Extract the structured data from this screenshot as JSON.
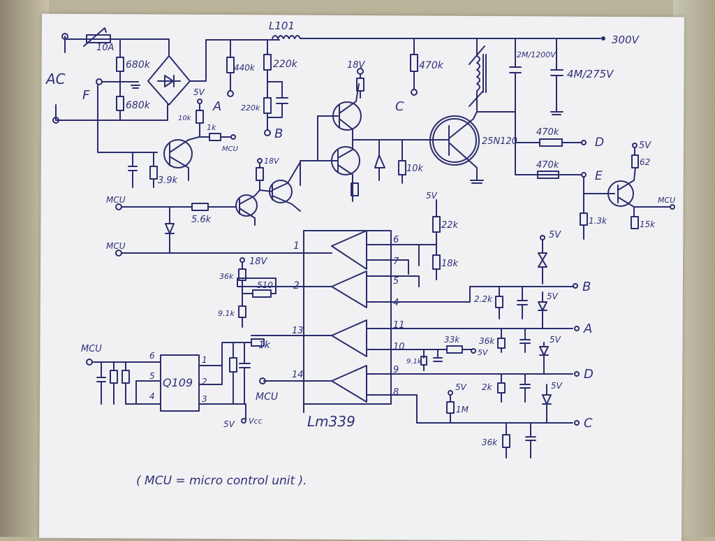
{
  "diagram": {
    "type": "hand-drawn circuit schematic",
    "input": {
      "label": "AC",
      "fuse": "10A",
      "node_f": "F"
    },
    "divider": [
      "680k",
      "680k"
    ],
    "inductor": "L101",
    "supply_rail": "300V",
    "rail_resistors": {
      "a": "440k",
      "b_top": "220k",
      "b_bottom": "220k",
      "c": "470k"
    },
    "nodes": [
      "A",
      "B",
      "C",
      "D",
      "E",
      "F"
    ],
    "zero_cross": {
      "supply": "5V",
      "collector_r": "10k",
      "output_r": "1k",
      "output": "MCU",
      "base_r": "3.9k"
    },
    "driver": {
      "supply": "18V",
      "supply2": "18V",
      "input": "MCU",
      "input_r": "5.6k",
      "second_mcu": "MCU",
      "gate_r": "10k"
    },
    "igbt": {
      "part": "25N120"
    },
    "coil_cap": "2M/1200V",
    "filter_cap": "4M/275V",
    "sense": {
      "d_r": "470k",
      "e_r": "470k",
      "e_pulldown": "1.3k",
      "supply": "5V",
      "collector_r": "62",
      "emitter_r": "15k",
      "output": "MCU"
    },
    "comparator": {
      "part": "Lm339",
      "pins": [
        "1",
        "2",
        "4",
        "5",
        "6",
        "7",
        "8",
        "9",
        "10",
        "11",
        "13",
        "14"
      ],
      "ref_divider": {
        "supply": "5V",
        "top": "22k",
        "bottom": "18k"
      },
      "pin2_network": {
        "supply": "18V",
        "top": "36k",
        "series": "510",
        "bottom": "9.1k"
      },
      "pin13_r": "1k",
      "pin14": "MCU",
      "pin10": {
        "r": "33k",
        "supply": "5V",
        "pulldown": "9.1k"
      }
    },
    "outputs_right": {
      "B": {
        "supply": "5V",
        "r": "2.2k",
        "diode_supply": "5V"
      },
      "A": {
        "r": "36k",
        "diode_supply": "5V"
      },
      "D": {
        "r": "2k",
        "diode_supply": "5V"
      },
      "C": {
        "pullup_supply": "5V",
        "pullup": "1M",
        "r": "36k"
      }
    },
    "timer": {
      "part": "Q109",
      "pins": [
        "1",
        "2",
        "3",
        "4",
        "5",
        "6"
      ],
      "input": "MCU",
      "supply": "5V",
      "vcc": "Vcc"
    },
    "footnote": "( MCU = micro control unit )."
  }
}
